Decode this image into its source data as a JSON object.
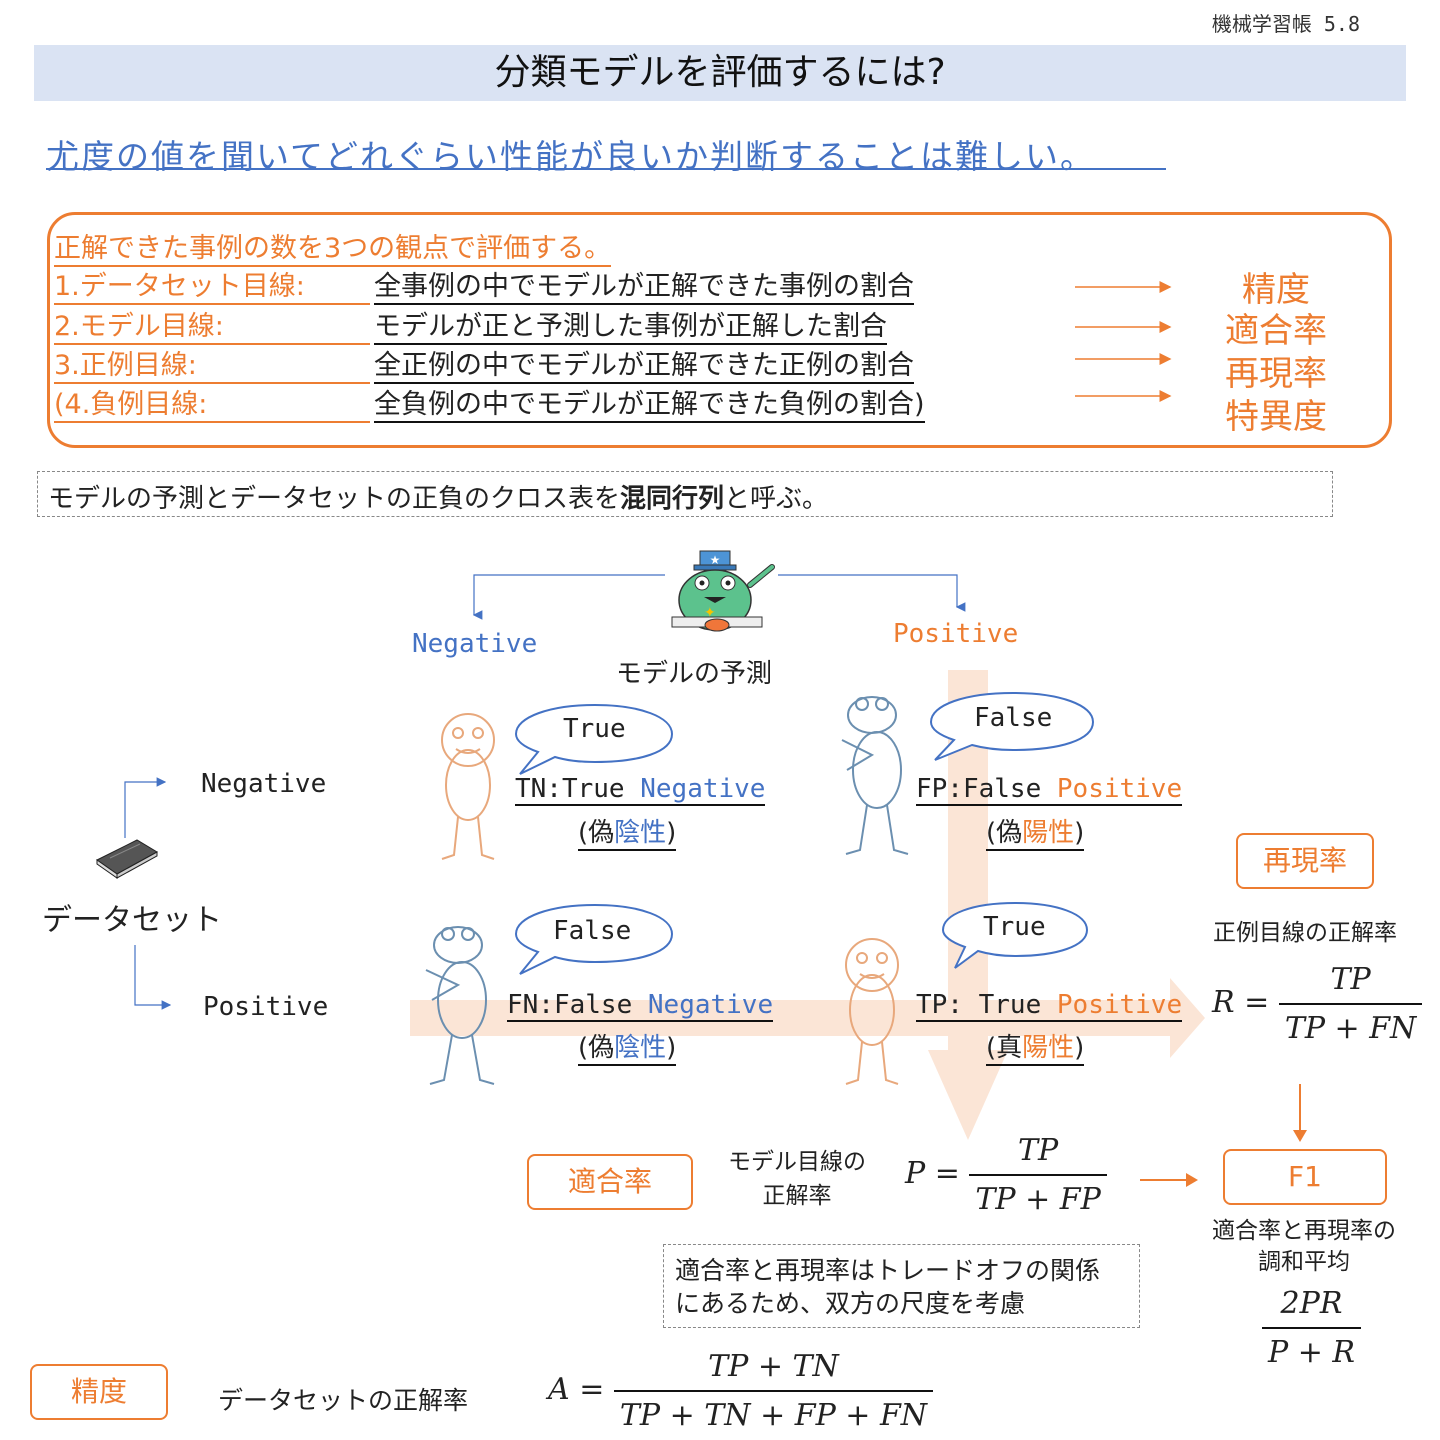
{
  "page_number": "機械学習帳 5.8",
  "title": "分類モデルを評価するには?",
  "subtitle": "尤度の値を聞いてどれぐらい性能が良いか判断することは難しい。",
  "evaluation": {
    "heading": "正解できた事例の数を3つの観点で評価する。",
    "rows": [
      {
        "label": "1.データセット目線:",
        "desc": "全事例の中でモデルが正解できた事例の割合",
        "metric": "精度"
      },
      {
        "label": "2.モデル目線:",
        "desc": "モデルが正と予測した事例が正解した割合",
        "metric": "適合率"
      },
      {
        "label": "3.正例目線:",
        "desc": "全正例の中でモデルが正解できた正例の割合",
        "metric": "再現率"
      },
      {
        "label": "(4.負例目線:",
        "desc": "全負例の中でモデルが正解できた負例の割合)",
        "metric": "特異度"
      }
    ]
  },
  "confusion_note": {
    "before": "モデルの予測とデータセットの正負のクロス表を",
    "bold": "混同行列",
    "after": "と呼ぶ。"
  },
  "model_prediction": {
    "label": "モデルの予測",
    "negative": "Negative",
    "positive": "Positive"
  },
  "dataset": {
    "label": "データセット",
    "negative": "Negative",
    "positive": "Positive"
  },
  "cells": {
    "tn": {
      "bubble": "True",
      "code": "TN:True ",
      "code_colored": "Negative",
      "sub_a": "(偽",
      "sub_b": "陰性",
      "sub_c": ")"
    },
    "fp": {
      "bubble": "False",
      "code": "FP:False ",
      "code_colored": "Positive",
      "sub_a": "(偽",
      "sub_b": "陽性",
      "sub_c": ")"
    },
    "fn": {
      "bubble": "False",
      "code": "FN:False ",
      "code_colored": "Negative",
      "sub_a": "(偽",
      "sub_b": "陰性",
      "sub_c": ")"
    },
    "tp": {
      "bubble": "True",
      "code": "TP: True ",
      "code_colored": "Positive",
      "sub_a": "(真",
      "sub_b": "陽性",
      "sub_c": ")"
    }
  },
  "recall": {
    "label": "再現率",
    "desc": "正例目線の正解率",
    "lhs": "R =",
    "num": "TP",
    "den": "TP + FN"
  },
  "precision": {
    "label": "適合率",
    "desc_1": "モデル目線の",
    "desc_2": "正解率",
    "lhs": "P =",
    "num": "TP",
    "den": "TP + FP"
  },
  "f1": {
    "label": "F1",
    "desc_1": "適合率と再現率の",
    "desc_2": "調和平均",
    "num": "2PR",
    "den": "P + R"
  },
  "tradeoff_note": {
    "line1": "適合率と再現率はトレードオフの関係",
    "line2": "にあるため、双方の尺度を考慮"
  },
  "accuracy": {
    "label": "精度",
    "desc": "データセットの正解率",
    "lhs": "A =",
    "num": "TP + TN",
    "den": "TP + TN + FP  + FN"
  },
  "colors": {
    "orange": "#ed7d31",
    "blue": "#4472c4",
    "title_band": "#dae3f3",
    "arrow_fill": "#fbe5d6"
  },
  "icons": [
    "frog-judge-icon",
    "frog-standing-icon",
    "frog-thinking-icon",
    "book-icon",
    "speech-bubble-icon"
  ]
}
